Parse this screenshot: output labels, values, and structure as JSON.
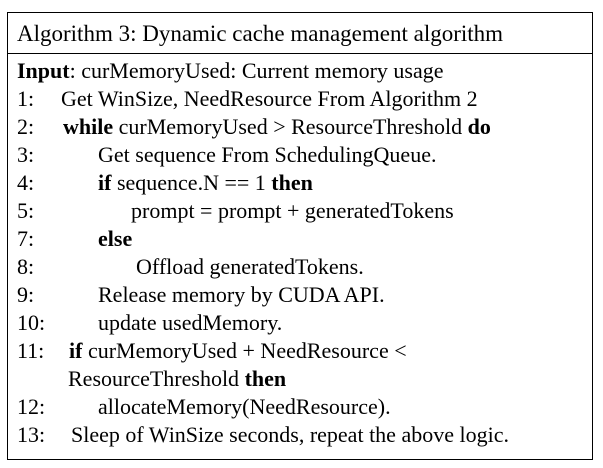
{
  "algorithm": {
    "title": "Algorithm 3: Dynamic cache management algorithm",
    "input_keyword": "Input",
    "input_text": ": curMemoryUsed: Current memory usage",
    "lines": {
      "l1": {
        "num": "1:",
        "text": "Get WinSize, NeedResource From Algorithm 2"
      },
      "l2": {
        "num": "2:",
        "kw_start": "while",
        "text": " curMemoryUsed > ResourceThreshold ",
        "kw_end": "do"
      },
      "l3": {
        "num": "3:",
        "text": "Get sequence From SchedulingQueue."
      },
      "l4": {
        "num": "4:",
        "kw_start": "if",
        "text": " sequence.N == 1 ",
        "kw_end": "then"
      },
      "l5": {
        "num": "5:",
        "text": "prompt = prompt + generatedTokens"
      },
      "l7": {
        "num": "7:",
        "kw_start": "else"
      },
      "l8": {
        "num": "8:",
        "text": "Offload generatedTokens."
      },
      "l9": {
        "num": "9:",
        "text": "Release memory by CUDA API."
      },
      "l10": {
        "num": "10:",
        "text": "update usedMemory."
      },
      "l11": {
        "num": "11:",
        "kw_start": "if",
        "text": " curMemoryUsed + NeedResource <"
      },
      "l11b": {
        "text": "ResourceThreshold ",
        "kw_end": "then"
      },
      "l12": {
        "num": "12:",
        "text": "allocateMemory(NeedResource)."
      },
      "l13": {
        "num": "13:",
        "text": "Sleep of WinSize seconds, repeat the above logic."
      }
    }
  }
}
